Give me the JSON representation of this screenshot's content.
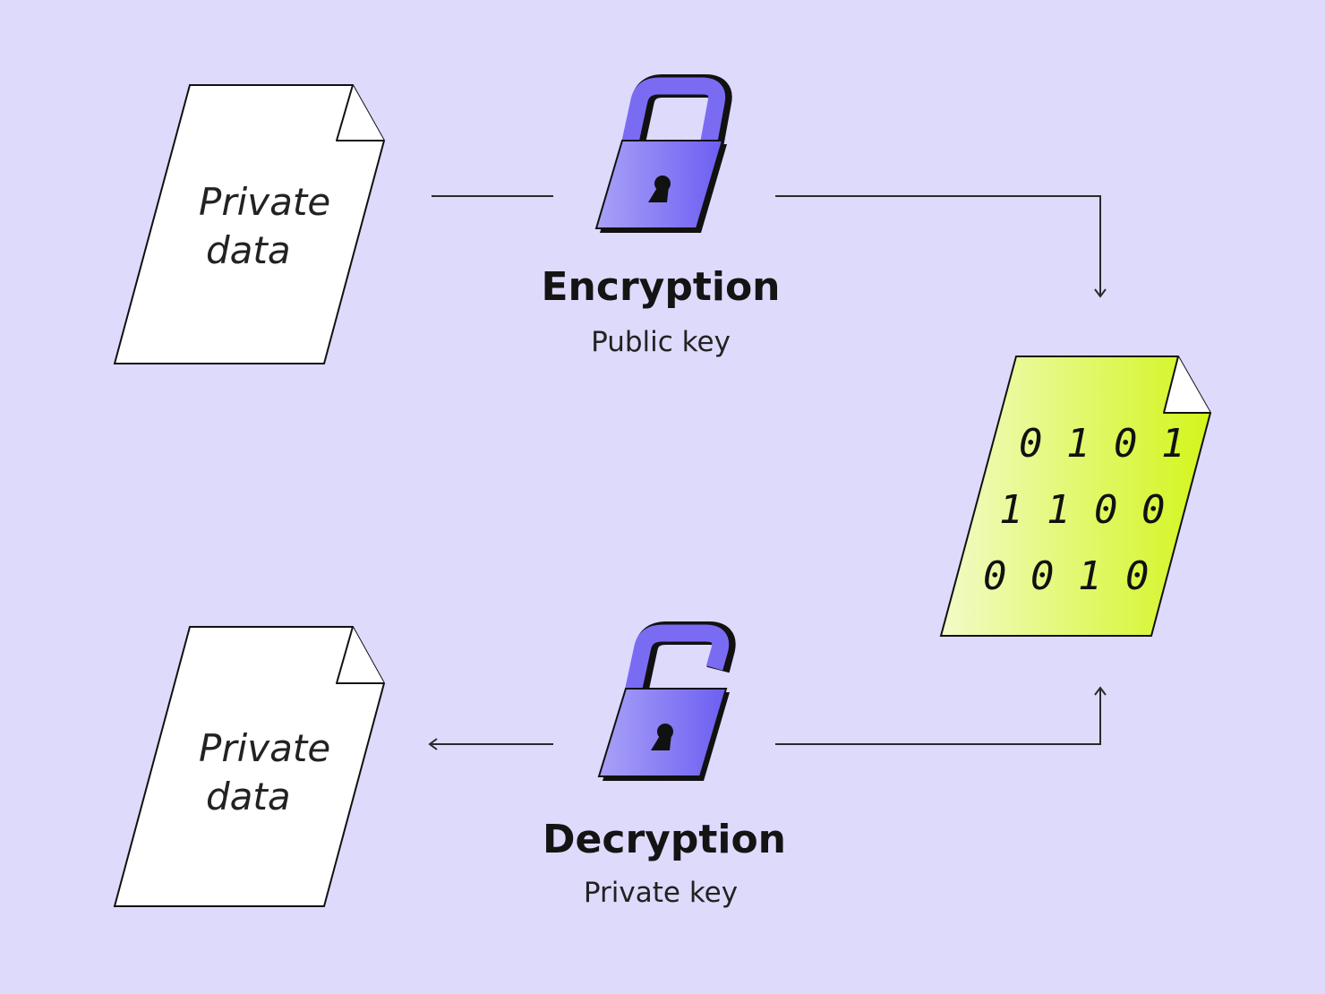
{
  "encryption": {
    "title": "Encryption",
    "key": "Public key",
    "source_doc": {
      "line1": "Private",
      "line2": "data"
    },
    "icon": "padlock-locked-icon"
  },
  "decryption": {
    "title": "Decryption",
    "key": "Private key",
    "result_doc": {
      "line1": "Private",
      "line2": "data"
    },
    "icon": "padlock-unlocked-icon"
  },
  "ciphertext": {
    "rows": [
      "0 1 0 1",
      "1 1 0 0",
      "0 0 1 0"
    ]
  },
  "colors": {
    "background": "#dedafc",
    "lock_body": "#8b7ff5",
    "cipher_doc": "#d8f52a"
  }
}
